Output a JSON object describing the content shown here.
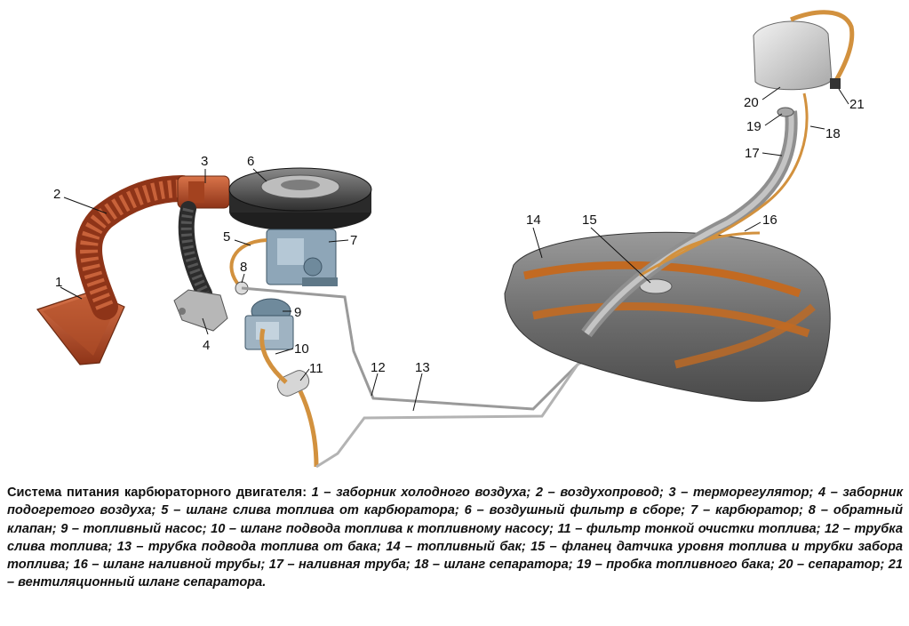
{
  "callouts": {
    "c1": "1",
    "c2": "2",
    "c3": "3",
    "c4": "4",
    "c5": "5",
    "c6": "6",
    "c7": "7",
    "c8": "8",
    "c9": "9",
    "c10": "10",
    "c11": "11",
    "c12": "12",
    "c13": "13",
    "c14": "14",
    "c15": "15",
    "c16": "16",
    "c17": "17",
    "c18": "18",
    "c19": "19",
    "c20": "20",
    "c21": "21"
  },
  "caption": {
    "title": "Система питания карбюраторного двигателя:",
    "body": "1 – заборник холодного воздуха; 2 – воздухопровод; 3 – терморегулятор; 4 – заборник подогретого воздуха; 5 – шланг слива топлива от карбюратора; 6 – воздушный фильтр в сборе; 7 – карбюратор; 8 – обратный клапан; 9 – топливный насос; 10 – шланг подвода топлива к топливному насосу; 11 – фильтр тонкой очистки топлива; 12 – трубка слива топлива; 13 – трубка подвода топлива от бака; 14 – топливный бак; 15 – фланец датчика уровня топлива и трубки забора топлива; 16 – шланг наливной трубы; 17 – наливная труба; 18 – шланг сепаратора; 19 – пробка топливного бака; 20 – сепаратор; 21 – вентиляционный шланг сепаратора."
  }
}
